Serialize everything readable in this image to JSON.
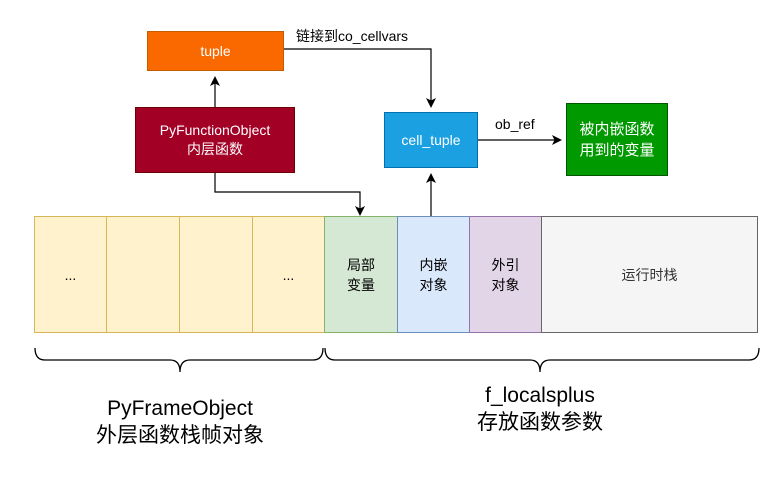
{
  "nodes": {
    "tuple": "tuple",
    "pyfunction": [
      "PyFunctionObject",
      "内层函数"
    ],
    "cell_tuple": "cell_tuple",
    "inner_vars": [
      "被内嵌函数",
      "用到的变量"
    ]
  },
  "edges": {
    "link_label": "链接到co_cellvars",
    "ob_ref_label": "ob_ref"
  },
  "frame_cells": [
    {
      "text": "..."
    },
    {
      "text": ""
    },
    {
      "text": ""
    },
    {
      "text": "..."
    },
    {
      "lines": [
        "局部",
        "变量"
      ]
    },
    {
      "lines": [
        "内嵌",
        "对象"
      ]
    },
    {
      "lines": [
        "外引",
        "对象"
      ]
    },
    {
      "text": "运行时栈"
    }
  ],
  "braces": {
    "left": [
      "PyFrameObject",
      "外层函数栈帧对象"
    ],
    "right": [
      "f_localsplus",
      "存放函数参数"
    ]
  },
  "colors": {
    "tuple": "#fa6800",
    "pyfunction": "#a20025",
    "cell_tuple": "#1ba1e2",
    "inner_vars": "#009900",
    "frame_yellow": "#fff2cc",
    "local_green": "#d5e8d4",
    "embedded_blue": "#dae8fc",
    "outer_purple": "#e1d5e7",
    "runtime_gray": "#f5f5f5"
  }
}
